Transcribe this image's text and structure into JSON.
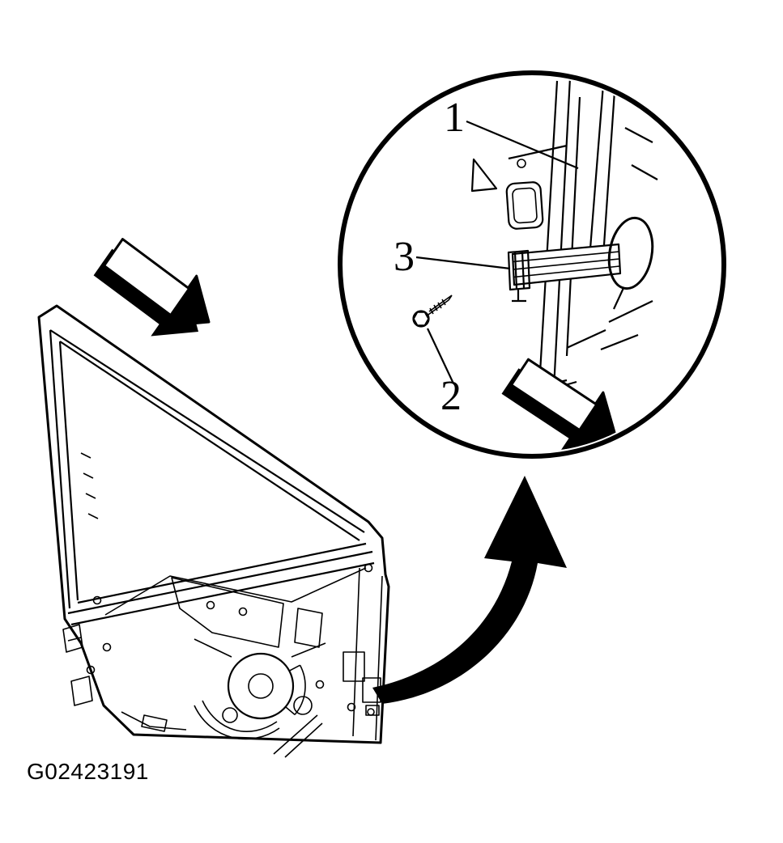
{
  "figure": {
    "id": "G02423191"
  },
  "callouts": [
    {
      "number": "1"
    },
    {
      "number": "2"
    },
    {
      "number": "3"
    }
  ],
  "icons": {
    "block_arrow_upper_left": "3d-block-arrow-down-right",
    "block_arrow_inset": "3d-block-arrow-down-right",
    "magnify_arrow": "curved-swoosh-arrow-up"
  },
  "colors": {
    "ink": "#000000",
    "paper": "#ffffff"
  }
}
